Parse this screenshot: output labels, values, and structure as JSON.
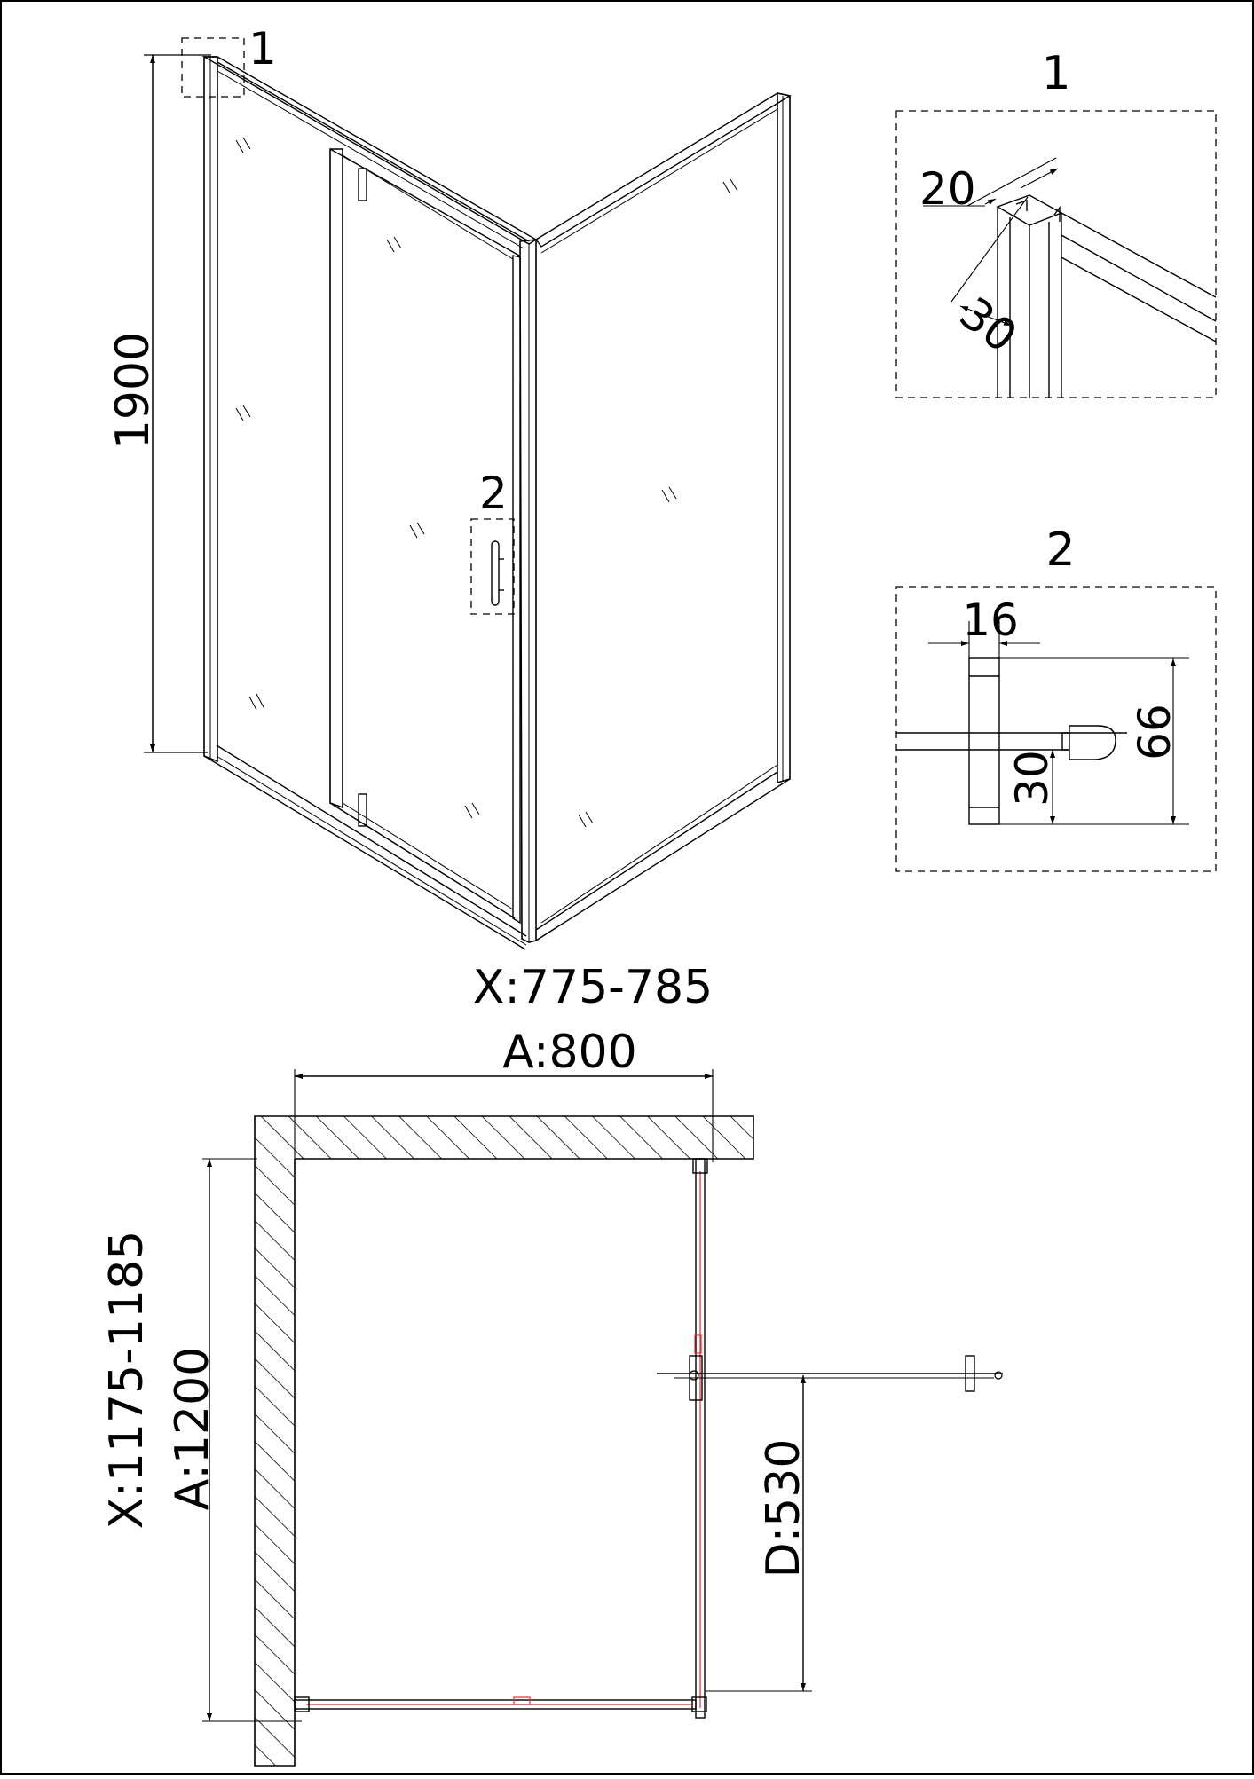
{
  "view_3d": {
    "height_dim": "1900",
    "detail1_marker": "1",
    "detail2_marker": "2"
  },
  "detail1": {
    "title": "1",
    "dim_width": "20",
    "dim_depth": "30"
  },
  "detail2": {
    "title": "2",
    "dim_width": "16",
    "dim_height": "66",
    "dim_offset": "30"
  },
  "plan": {
    "width_range": "X:775-785",
    "width_nominal": "A:800",
    "depth_range": "X:1175-1185",
    "depth_nominal": "A:1200",
    "door_dim": "D:530"
  },
  "colors": {
    "line": "#000000",
    "profile_accent": "#dd3333"
  }
}
